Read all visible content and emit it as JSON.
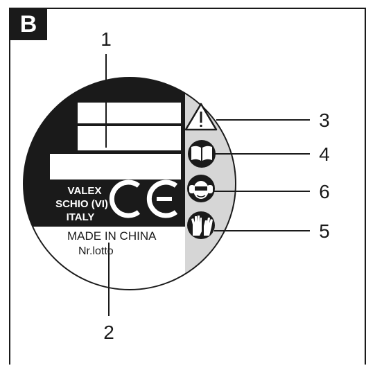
{
  "panel_label": "B",
  "label_sticker": {
    "brand_lines": [
      "VALEX",
      "SCHIO (VI)",
      "ITALY"
    ],
    "ce_mark": "CE",
    "origin_text": "MADE IN CHINA",
    "lot_text": "Nr.lotto"
  },
  "callouts": [
    {
      "id": "callout-1",
      "number": "1"
    },
    {
      "id": "callout-2",
      "number": "2"
    },
    {
      "id": "callout-3",
      "number": "3"
    },
    {
      "id": "callout-4",
      "number": "4"
    },
    {
      "id": "callout-6",
      "number": "6"
    },
    {
      "id": "callout-5",
      "number": "5"
    }
  ],
  "safety_icons": [
    {
      "name": "warning-triangle-icon"
    },
    {
      "name": "read-manual-icon"
    },
    {
      "name": "eye-ear-protection-icon"
    },
    {
      "name": "gloves-icon"
    }
  ],
  "colors": {
    "ink": "#1a1a1a",
    "safety_band": "#d6d6d6",
    "paper": "#ffffff"
  }
}
